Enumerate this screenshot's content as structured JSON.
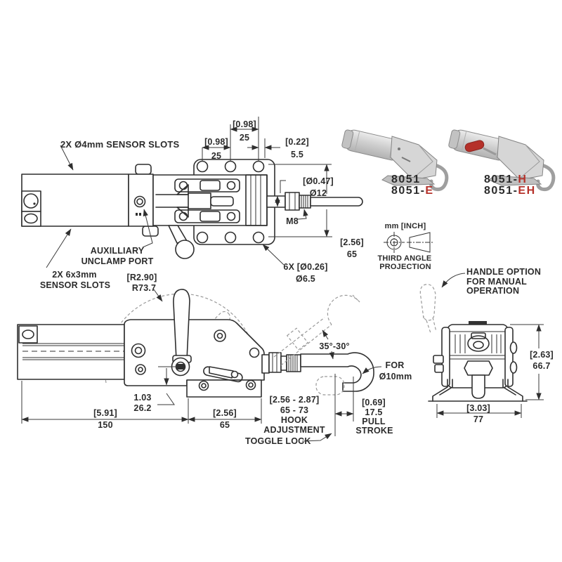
{
  "colors": {
    "red": "#b5312a",
    "ink": "#2f2f2f"
  },
  "top_view": {
    "sensor_slots": "2X Ø4mm SENSOR SLOTS",
    "aux_line1": "AUXILLIARY",
    "aux_line2": "UNCLAMP PORT",
    "sensor_side_line1": "2X 6x3mm",
    "sensor_side_line2": "SENSOR SLOTS",
    "dims": {
      "pitch_right_in": "[0.98]",
      "pitch_right_mm": "25",
      "pitch_left_in": "[0.98]",
      "pitch_left_mm": "25",
      "edge_in": "[0.22]",
      "edge_mm": "5.5",
      "rod_dia_in": "[Ø0.47]",
      "rod_dia_mm": "Ø12",
      "thread": "M8",
      "hole_span_in": "[2.56]",
      "hole_span_mm": "65",
      "holes_count_in": "6X [Ø0.26]",
      "holes_mm": "Ø6.5"
    }
  },
  "side_view": {
    "toggle_lock": "TOGGLE LOCK",
    "dims": {
      "radius_in": "[R2.90]",
      "radius_mm": "R73.7",
      "pivot_in": "1.03",
      "pivot_mm": "26.2",
      "length_in": "[5.91]",
      "length_mm": "150",
      "body_in": "[2.56]",
      "body_mm": "65",
      "hook_range_in": "[2.56 - 2.87]",
      "hook_range_mm": "65 - 73",
      "hook_label1": "HOOK",
      "hook_label2": "ADJUSTMENT",
      "stroke_in": "[0.69]",
      "stroke_mm": "17.5",
      "stroke_label1": "PULL",
      "stroke_label2": "STROKE",
      "angle": "35°-30°",
      "hook_for1": "FOR",
      "hook_for2": "Ø10mm"
    }
  },
  "front_view": {
    "handle_line1": "HANDLE OPTION",
    "handle_line2": "FOR MANUAL",
    "handle_line3": "OPERATION",
    "dims": {
      "height_in": "[2.63]",
      "height_mm": "66.7",
      "width_in": "[3.03]",
      "width_mm": "77"
    }
  },
  "products": {
    "left": {
      "model1": "8051",
      "model2_prefix": "8051-",
      "model2_suffix": "E"
    },
    "right": {
      "model1_prefix": "8051-",
      "model1_suffix": "H",
      "model2_prefix": "8051-",
      "model2_suffix": "EH"
    }
  },
  "projection": {
    "units": "mm [INCH]",
    "line1": "THIRD ANGLE",
    "line2": "PROJECTION"
  }
}
